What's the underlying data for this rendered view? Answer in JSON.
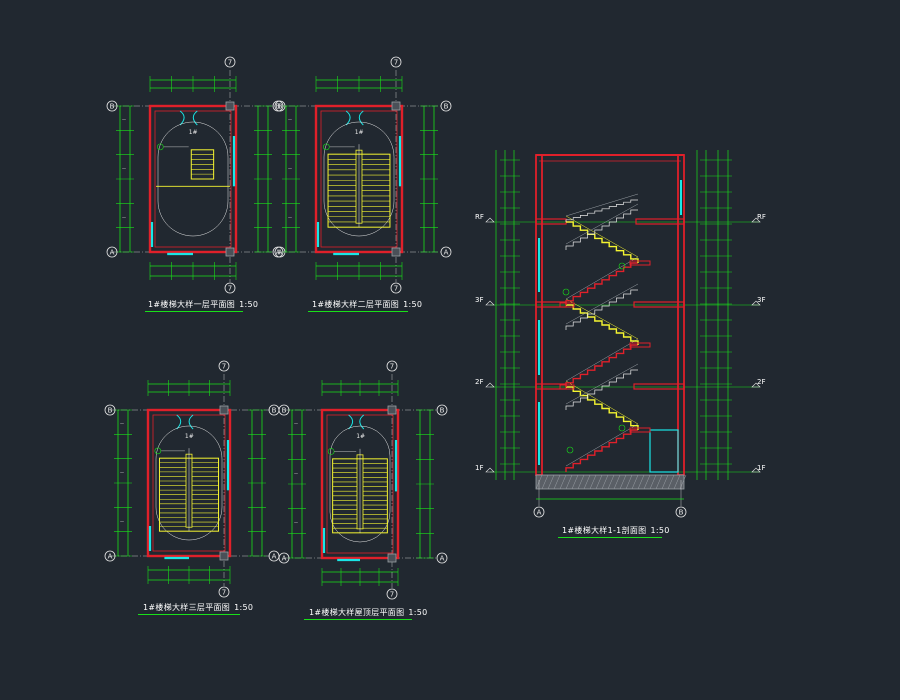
{
  "drawing": {
    "background": "#212830",
    "colors": {
      "wall": "#e0202a",
      "dim": "#19e019",
      "stair": "#f5f530",
      "cyan": "#19e6e6",
      "white": "#e8e8e8",
      "grey": "#9aa0a6"
    }
  },
  "plans": [
    {
      "title": "1#楼梯大样一层平面图",
      "scale": "1:50"
    },
    {
      "title": "1#楼梯大样二层平面图",
      "scale": "1:50"
    },
    {
      "title": "1#楼梯大样三层平面图",
      "scale": "1:50"
    },
    {
      "title": "1#楼梯大样屋顶层平面图",
      "scale": "1:50"
    }
  ],
  "section": {
    "title": "1#楼梯大样1-1剖面图",
    "scale": "1:50",
    "levels": [
      "RF",
      "3F",
      "2F",
      "1F"
    ]
  },
  "axes": {
    "top": "7",
    "left_top": "B",
    "left_bottom": "A",
    "bottom_left": "A",
    "bottom_right": "B"
  },
  "room_label": "1#"
}
